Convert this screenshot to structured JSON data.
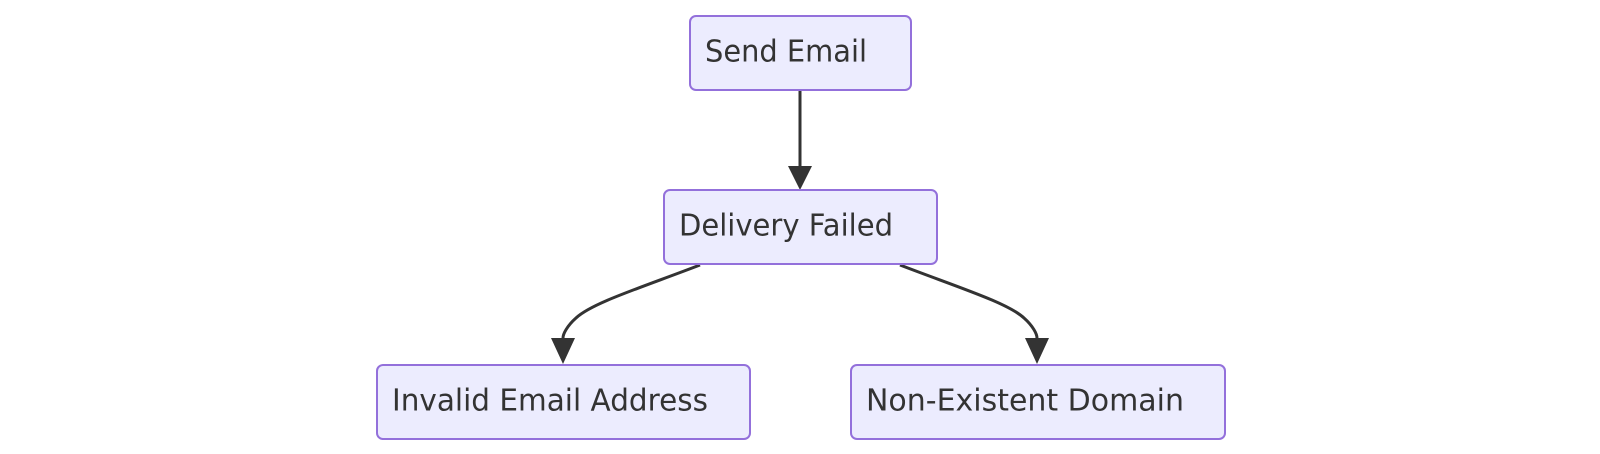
{
  "diagram": {
    "type": "flowchart",
    "colors": {
      "node_fill": "#ececfe",
      "node_border": "#9370db",
      "edge": "#333333",
      "text": "#333333"
    },
    "nodes": {
      "send": {
        "label": "Send Email"
      },
      "failed": {
        "label": "Delivery Failed"
      },
      "invalid": {
        "label": "Invalid Email Address"
      },
      "nonexistent": {
        "label": "Non-Existent Domain"
      }
    },
    "edges": [
      {
        "from": "Send Email",
        "to": "Delivery Failed"
      },
      {
        "from": "Delivery Failed",
        "to": "Invalid Email Address"
      },
      {
        "from": "Delivery Failed",
        "to": "Non-Existent Domain"
      }
    ]
  }
}
